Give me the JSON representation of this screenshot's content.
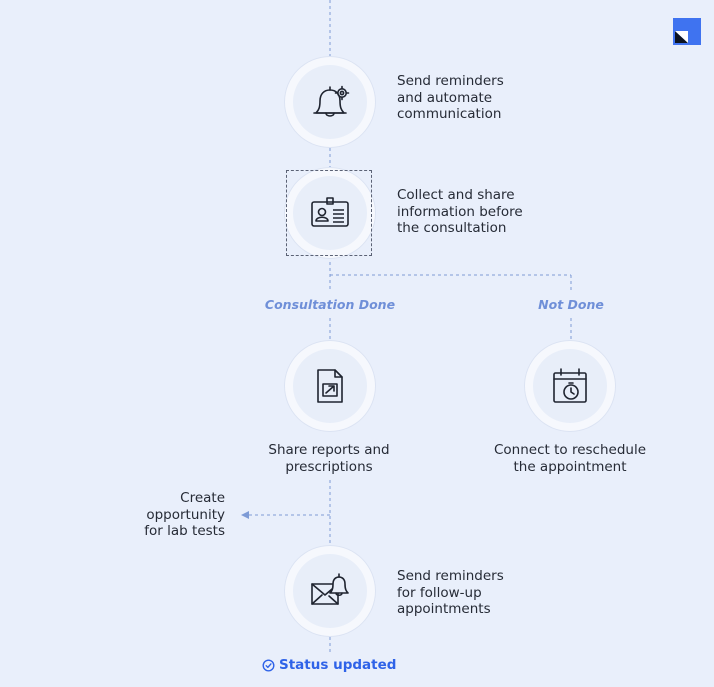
{
  "steps": [
    {
      "label": [
        "Send reminders",
        "and automate",
        "communication"
      ],
      "icon": "bell-gear-icon"
    },
    {
      "label": [
        "Collect and share",
        "information before",
        "the consultation"
      ],
      "icon": "id-card-icon"
    },
    {
      "label": [
        "Share reports and",
        "prescriptions"
      ],
      "icon": "document-share-icon"
    },
    {
      "label": [
        "Connect to reschedule",
        "the appointment"
      ],
      "icon": "calendar-timer-icon"
    },
    {
      "label": [
        "Send reminders",
        "for follow-up",
        "appointments"
      ],
      "icon": "envelope-bell-icon"
    }
  ],
  "branches": {
    "done": "Consultation Done",
    "not_done": "Not Done"
  },
  "side_note": [
    "Create",
    "opportunity",
    "for lab tests"
  ],
  "status": {
    "label": "Status updated",
    "icon": "check-circle-icon"
  },
  "colors": {
    "background": "#e9effb",
    "connector": "#7e9bd6",
    "branch_label": "#6f8fd8",
    "status": "#2f63e8",
    "brand": "#3f73f0"
  }
}
